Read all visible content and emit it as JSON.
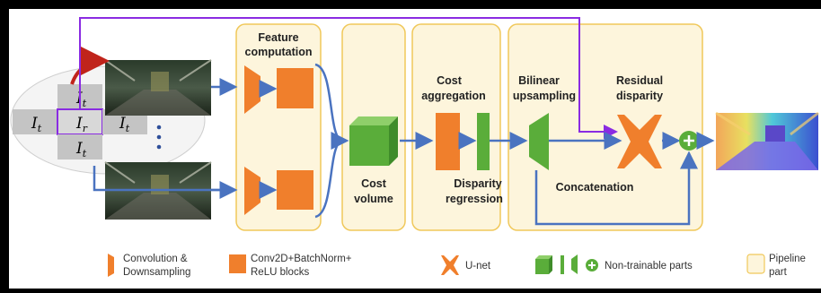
{
  "panels": {
    "feature": {
      "label_line1": "Feature",
      "label_line2": "computation"
    },
    "cost_volume": {
      "label_line1": "Cost",
      "label_line2": "volume"
    },
    "aggregation": {
      "label_line1": "Cost",
      "label_line2": "aggregation",
      "regression_line1": "Disparity",
      "regression_line2": "regression"
    },
    "upsampling": {
      "bilinear_line1": "Bilinear",
      "bilinear_line2": "upsampling",
      "residual_line1": "Residual",
      "residual_line2": "disparity",
      "concatenation": "Concatenation"
    }
  },
  "input_grid": {
    "top": "I",
    "top_sub": "t",
    "left": "I",
    "left_sub": "t",
    "center": "I",
    "center_sub": "r",
    "right": "I",
    "right_sub": "t",
    "bottom": "I",
    "bottom_sub": "t"
  },
  "legend": {
    "conv_line1": "Convolution &",
    "conv_line2": "Downsampling",
    "block_line1": "Conv2D+BatchNorm+",
    "block_line2": "ReLU blocks",
    "unet": "U-net",
    "nontrainable": "Non-trainable parts",
    "pipeline_line1": "Pipeline",
    "pipeline_line2": "part"
  },
  "colors": {
    "panel_fill": "#fdf5dc",
    "panel_stroke": "#f0c85a",
    "orange": "#f07f2c",
    "green": "#6ab04c",
    "arrow_blue": "#4a73c0",
    "purple": "#8a2be2",
    "red_arrow": "#c0241b"
  }
}
